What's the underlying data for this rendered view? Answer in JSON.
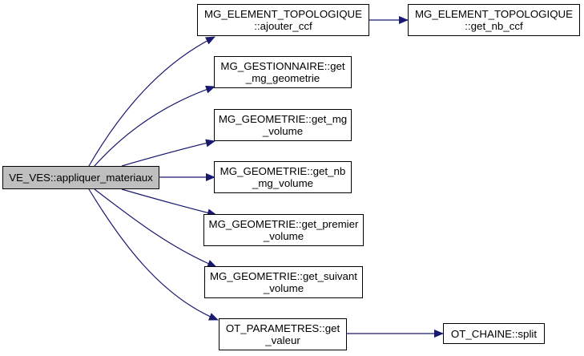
{
  "diagram": {
    "type": "call-graph",
    "edge_color": "#191970",
    "root_fill": "#bfbfbf",
    "nodes": [
      {
        "id": "root",
        "lines": [
          "VE_VES::appliquer_materiaux"
        ],
        "root": true
      },
      {
        "id": "ajouter_ccf",
        "lines": [
          "MG_ELEMENT_TOPOLOGIQUE",
          "::ajouter_ccf"
        ]
      },
      {
        "id": "get_nb_ccf",
        "lines": [
          "MG_ELEMENT_TOPOLOGIQUE",
          "::get_nb_ccf"
        ]
      },
      {
        "id": "get_mg_geometrie",
        "lines": [
          "MG_GESTIONNAIRE::get",
          "_mg_geometrie"
        ]
      },
      {
        "id": "get_mg_volume",
        "lines": [
          "MG_GEOMETRIE::get_mg",
          "_volume"
        ]
      },
      {
        "id": "get_nb_mg_volume",
        "lines": [
          "MG_GEOMETRIE::get_nb",
          "_mg_volume"
        ]
      },
      {
        "id": "get_premier_volume",
        "lines": [
          "MG_GEOMETRIE::get_premier",
          "_volume"
        ]
      },
      {
        "id": "get_suivant_volume",
        "lines": [
          "MG_GEOMETRIE::get_suivant",
          "_volume"
        ]
      },
      {
        "id": "get_valeur",
        "lines": [
          "OT_PARAMETRES::get",
          "_valeur"
        ]
      },
      {
        "id": "split",
        "lines": [
          "OT_CHAINE::split"
        ]
      }
    ],
    "edges": [
      {
        "from": "root",
        "to": "ajouter_ccf"
      },
      {
        "from": "root",
        "to": "get_mg_geometrie"
      },
      {
        "from": "root",
        "to": "get_mg_volume"
      },
      {
        "from": "root",
        "to": "get_nb_mg_volume"
      },
      {
        "from": "root",
        "to": "get_premier_volume"
      },
      {
        "from": "root",
        "to": "get_suivant_volume"
      },
      {
        "from": "root",
        "to": "get_valeur"
      },
      {
        "from": "ajouter_ccf",
        "to": "get_nb_ccf"
      },
      {
        "from": "get_valeur",
        "to": "split"
      }
    ]
  }
}
